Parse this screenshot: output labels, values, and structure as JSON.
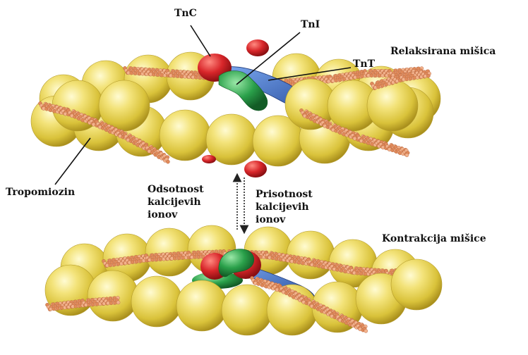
{
  "labels": {
    "tnc": "TnC",
    "tni": "TnI",
    "tnt": "TnT",
    "relaxed": "Relaksirana mišica",
    "tropomyosin": "Tropomiozin",
    "absence": [
      "Odsotnost",
      "kalcijevih",
      "ionov"
    ],
    "presence": [
      "Prisotnost",
      "kalcijevih",
      "ionov"
    ],
    "contraction": "Kontrakcija mišice"
  },
  "colors": {
    "actin": "#e7d34a",
    "actin_highlight": "#fff6b0",
    "actin_shadow": "#a98f1c",
    "tropomyosin": "#e08a5a",
    "tropomyosin_bead": "#f3b28c",
    "tnc": "#d8262a",
    "tni": "#2aa04a",
    "tnt": "#3f6fc4",
    "arrow": "#222222"
  }
}
